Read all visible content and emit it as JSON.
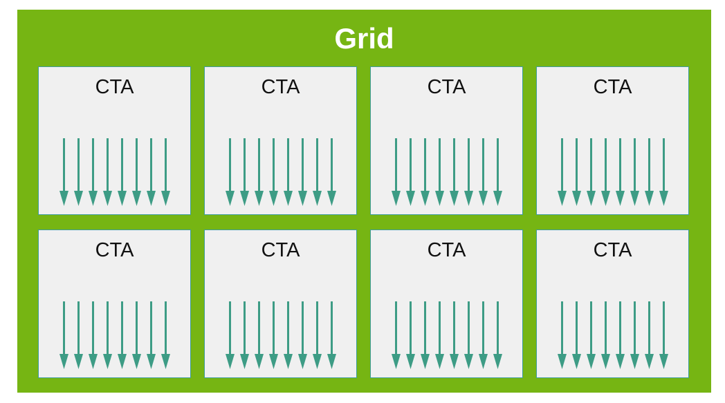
{
  "diagram": {
    "title": "Grid",
    "title_color": "#ffffff",
    "panel_color": "#76b513",
    "background_color": "#ffffff",
    "box_fill_color": "#f0f0f0",
    "box_border_color": "#3d9c9c",
    "arrow_color": "#3d9c85",
    "label_color": "#111111",
    "rows": 2,
    "columns": 4,
    "blocks_total": 8,
    "threads_per_block": 8,
    "arrow_direction": "down",
    "blocks": [
      {
        "label": "CTA",
        "threads": 8
      },
      {
        "label": "CTA",
        "threads": 8
      },
      {
        "label": "CTA",
        "threads": 8
      },
      {
        "label": "CTA",
        "threads": 8
      },
      {
        "label": "CTA",
        "threads": 8
      },
      {
        "label": "CTA",
        "threads": 8
      },
      {
        "label": "CTA",
        "threads": 8
      },
      {
        "label": "CTA",
        "threads": 8
      }
    ]
  }
}
